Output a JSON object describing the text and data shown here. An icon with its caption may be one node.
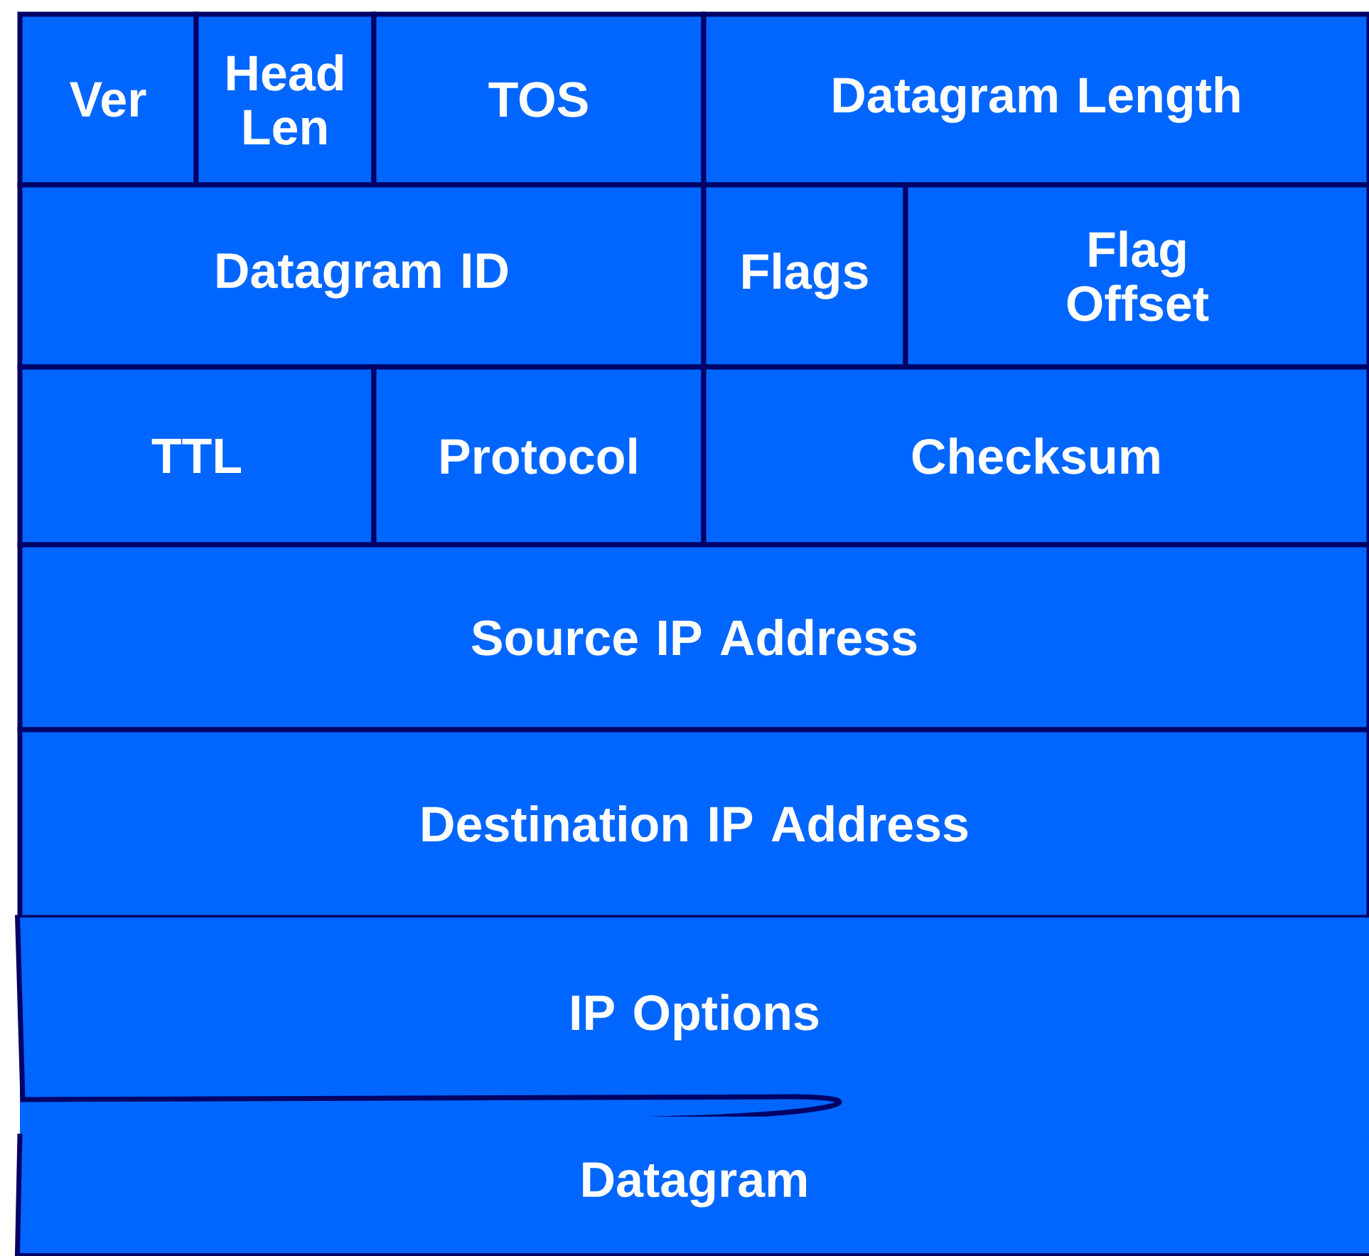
{
  "diagram": {
    "nodes": [
      {
        "text": [
          "Ver"
        ]
      },
      {
        "text": [
          "Head Len"
        ]
      },
      {
        "text": [
          "TOS"
        ]
      },
      {
        "text": [
          "Datagram Length"
        ]
      },
      {
        "text": [
          "Datagram ID"
        ]
      },
      {
        "text": [
          "Flags"
        ]
      },
      {
        "text": [
          "Flag Offset"
        ]
      },
      {
        "text": [
          "TTL"
        ]
      },
      {
        "text": [
          "Protocol"
        ]
      },
      {
        "text": [
          "Checksum"
        ]
      },
      {
        "text": [
          "Source IP Address"
        ]
      },
      {
        "text": [
          "Destination IP Address"
        ]
      },
      {
        "text": [
          "IP Options"
        ]
      },
      {
        "text": [
          "Datagram"
        ]
      }
    ]
  }
}
